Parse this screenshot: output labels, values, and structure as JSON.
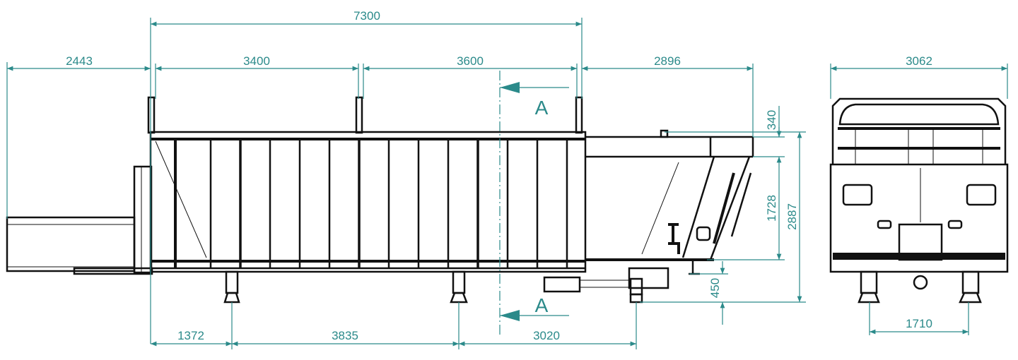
{
  "dimensions": {
    "overall_length": "7300",
    "left_platform": "2443",
    "section_1": "3400",
    "section_2": "3600",
    "right_extension": "2896",
    "end_width": "3062",
    "foot_1": "1372",
    "foot_2": "3835",
    "foot_3": "3020",
    "feet_spacing_end": "1710",
    "top_offset": "340",
    "height_inner": "1728",
    "height_total": "2887",
    "ground_clearance": "450"
  },
  "section_marks": {
    "top": "A",
    "bottom": "A"
  },
  "colors": {
    "dimension": "#2b8a8a",
    "drawing": "#111111"
  }
}
